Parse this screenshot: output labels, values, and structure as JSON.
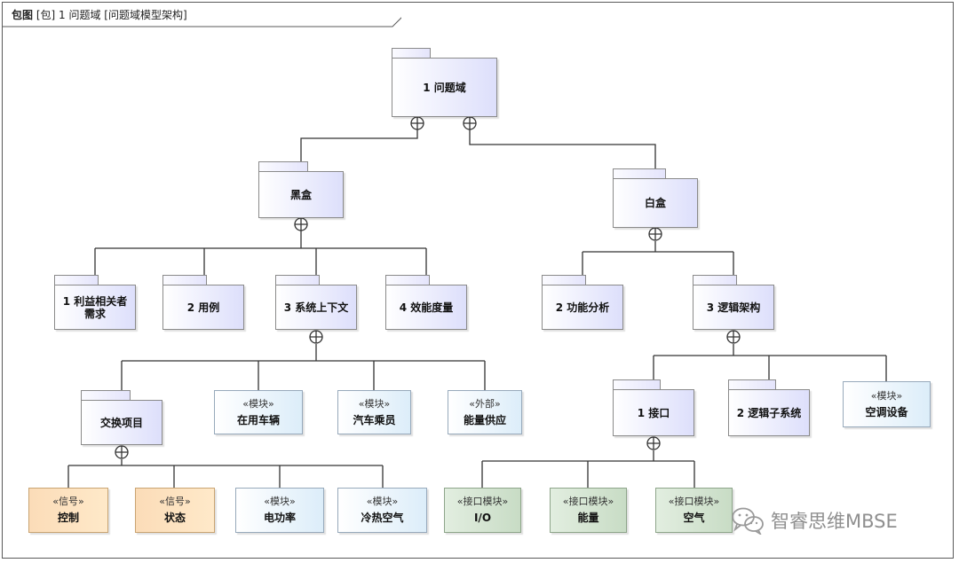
{
  "header": {
    "kind": "包图",
    "rest": "[包] 1 问题域 [问题域模型架构]"
  },
  "nodes": {
    "root": {
      "label": "1 问题域"
    },
    "blackbox": {
      "label": "黑盒"
    },
    "whitebox": {
      "label": "白盒"
    },
    "stakeholder": {
      "label": "1 利益相关者需求"
    },
    "usecase": {
      "label": "2 用例"
    },
    "context": {
      "label": "3 系统上下文"
    },
    "effect": {
      "label": "4 效能度量"
    },
    "funcanal": {
      "label": "2 功能分析"
    },
    "logarch": {
      "label": "3 逻辑架构"
    },
    "exchange": {
      "label": "交换项目"
    },
    "interface": {
      "label": "1 接口"
    },
    "logsub": {
      "label": "2 逻辑子系统"
    }
  },
  "blocks": {
    "vehicle": {
      "stereo": "«模块»",
      "name": "在用车辆"
    },
    "occupant": {
      "stereo": "«模块»",
      "name": "汽车乘员"
    },
    "energy_supply": {
      "stereo": "«外部»",
      "name": "能量供应"
    },
    "ac_device": {
      "stereo": "«模块»",
      "name": "空调设备"
    },
    "control": {
      "stereo": "«信号»",
      "name": "控制"
    },
    "state": {
      "stereo": "«信号»",
      "name": "状态"
    },
    "power": {
      "stereo": "«模块»",
      "name": "电功率"
    },
    "hotcold_air": {
      "stereo": "«模块»",
      "name": "冷热空气"
    },
    "io": {
      "stereo": "«接口模块»",
      "name": "I/O"
    },
    "energy": {
      "stereo": "«接口模块»",
      "name": "能量"
    },
    "air": {
      "stereo": "«接口模块»",
      "name": "空气"
    }
  },
  "watermark": {
    "text": "智睿思维MBSE",
    "icon": "wechat-icon"
  },
  "colors": {
    "package_fill": "#dddffb",
    "block_fill": "#dcedf9",
    "signal_fill": "#fbdcb8",
    "interface_block_fill": "#c8dcc5",
    "line": "#333333"
  }
}
